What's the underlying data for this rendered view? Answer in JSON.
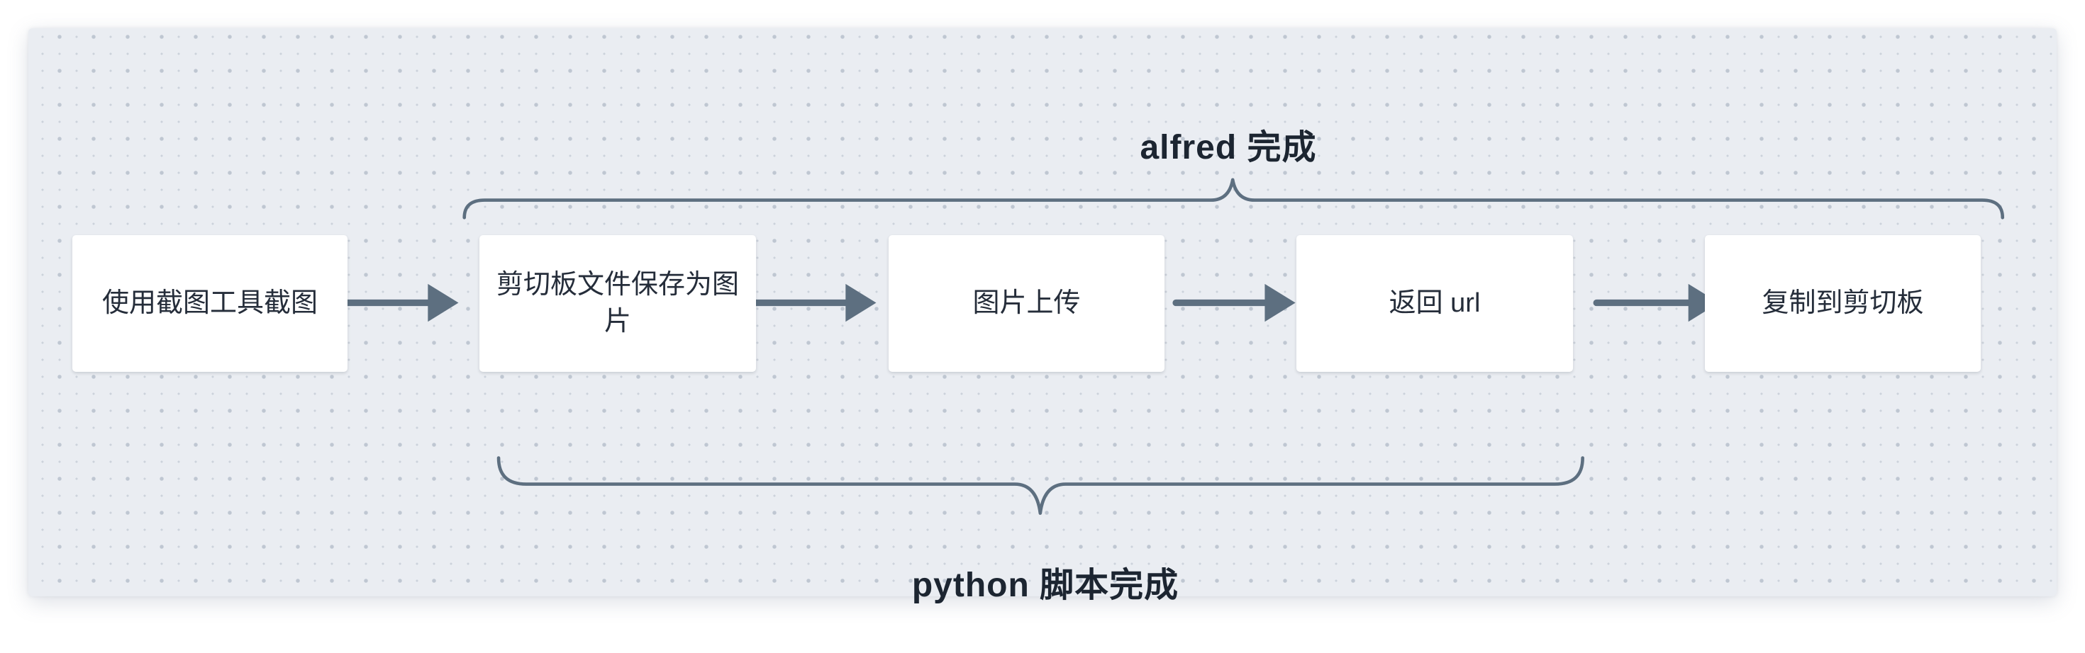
{
  "canvas": {
    "background_color": "#ffffff",
    "panel_color": "#eaedf2",
    "dot_color": "#bfc7d2",
    "stroke_color": "#5d6f80",
    "box_background": "#ffffff",
    "box_text_color": "#252d3a",
    "label_text_color": "#1c2531"
  },
  "flow": {
    "boxes": [
      {
        "label": "使用截图工具截图"
      },
      {
        "label": "剪切板文件保存为图片"
      },
      {
        "label": "图片上传"
      },
      {
        "label": "返回 url"
      },
      {
        "label": "复制到剪切板"
      }
    ],
    "arrow_count": 4
  },
  "braces": {
    "top": {
      "label": "alfred 完成",
      "spans_boxes": "2-5"
    },
    "bottom": {
      "label": "python 脚本完成",
      "spans_boxes": "2-4"
    }
  }
}
